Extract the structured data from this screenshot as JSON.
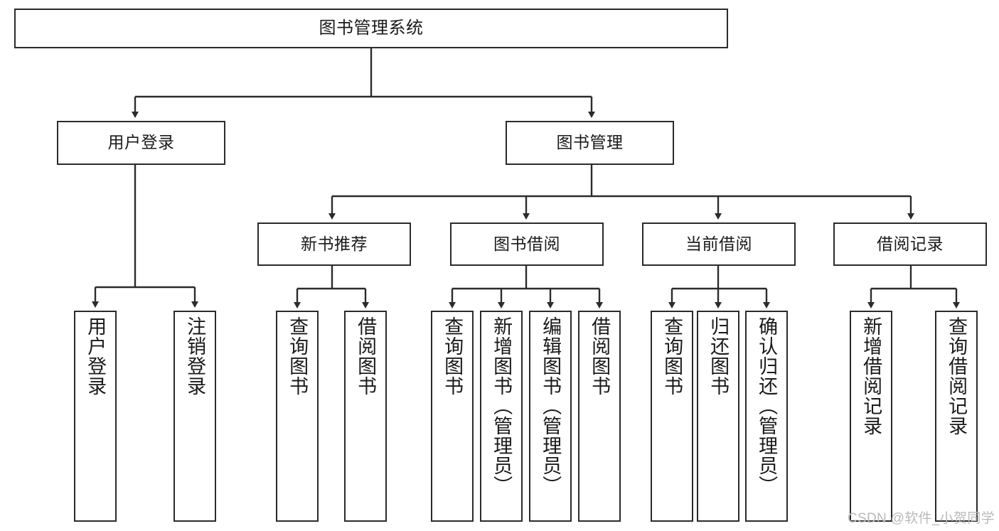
{
  "diagram": {
    "title": "图书管理系统",
    "root": {
      "label": "图书管理系统"
    },
    "level2": [
      {
        "label": "用户登录"
      },
      {
        "label": "图书管理"
      }
    ],
    "level3": [
      {
        "label": "新书推荐"
      },
      {
        "label": "图书借阅"
      },
      {
        "label": "当前借阅"
      },
      {
        "label": "借阅记录"
      }
    ],
    "leaves": {
      "user_login": [
        {
          "label": "用户登录"
        },
        {
          "label": "注销登录"
        }
      ],
      "new_book_recommend": [
        {
          "label": "查询图书"
        },
        {
          "label": "借阅图书"
        }
      ],
      "book_borrow": [
        {
          "label": "查询图书"
        },
        {
          "label": "新增图书（管理员）"
        },
        {
          "label": "编辑图书（管理员）"
        },
        {
          "label": "借阅图书"
        }
      ],
      "current_borrow": [
        {
          "label": "查询图书"
        },
        {
          "label": "归还图书"
        },
        {
          "label": "确认归还（管理员）"
        }
      ],
      "borrow_record": [
        {
          "label": "新增借阅记录"
        },
        {
          "label": "查询借阅记录"
        }
      ]
    },
    "watermark": "CSDN @软件_小贺同学",
    "colors": {
      "border": "#2b2b2b",
      "text": "#1a1a1a",
      "background": "#ffffff",
      "watermark": "#b9b9b9"
    }
  }
}
